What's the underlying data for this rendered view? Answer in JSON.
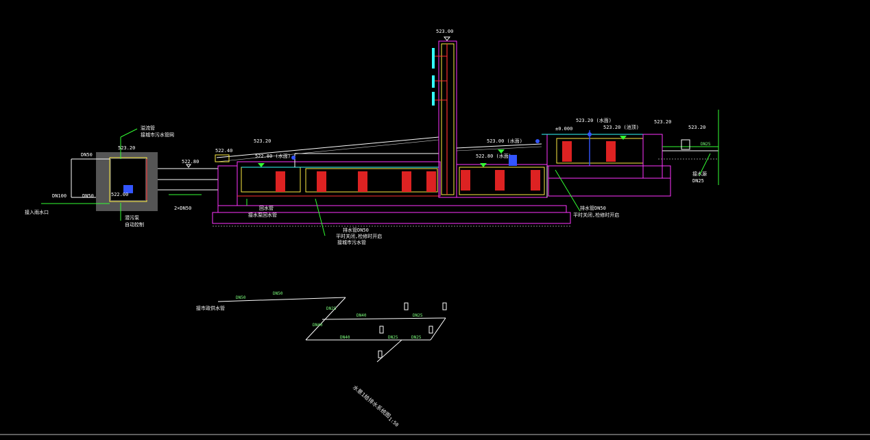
{
  "drawing": {
    "colors": {
      "background": "#000000",
      "wall": "#ff33ff",
      "inner": "#ffee44",
      "pipe_red": "#ff3030",
      "pipe_green": "#33ff33",
      "cyan": "#33ffff",
      "pump": "#dd2222",
      "white": "#ffffff",
      "blue": "#3355ff"
    },
    "elevations": {
      "top": "523.00",
      "pond_left_top": "522.80",
      "pond_left_mid": "522.40",
      "pond_left_high": "523.20",
      "pond_left_water": "522.80 (水面)",
      "pond_right_water": "523.00 (水面)",
      "pond_right_a": "523.20 (水面)",
      "pond_right_b": "523.20 (池顶)",
      "right_edge_1": "523.20",
      "right_edge_2": "523.20",
      "right_zero": "±0.000",
      "well_top": "523.20",
      "well_bottom": "522.00"
    },
    "labels": {
      "well_top_note": "溢流管",
      "well_top_note2": "接城市污水管网",
      "well_bottom_note": "潜污泵",
      "well_bottom_note2": "自动控制",
      "dn_well_1": "DN50",
      "dn_well_2": "DN50",
      "dn_well_3": "DN100",
      "inlet_note": "接入雨水口",
      "pipe_pair": "2×DN50",
      "mid_note_1": "回水管",
      "mid_note_2": "接水泵回水管",
      "mid_drain_1": "排水管DN50",
      "mid_drain_2": "平时关闭,检修时开启",
      "mid_drain_3": "接城市污水管",
      "right_drain_1": "排水管DN50",
      "right_drain_2": "平时关闭,检修时开启",
      "right_dn": "DN25",
      "right_note": "接水源"
    },
    "iso": {
      "start_label": "接市政供水管",
      "dn_1": "DN50",
      "dn_2": "DN50",
      "dn_3": "DN40",
      "dn_4": "DN25",
      "dn_5": "DN40",
      "dn_6": "DN25",
      "dn_7": "DN25",
      "dn_8": "DN40",
      "dn_9": "DN25",
      "title": "水景1给排水系统图",
      "scale": "1:50"
    }
  }
}
